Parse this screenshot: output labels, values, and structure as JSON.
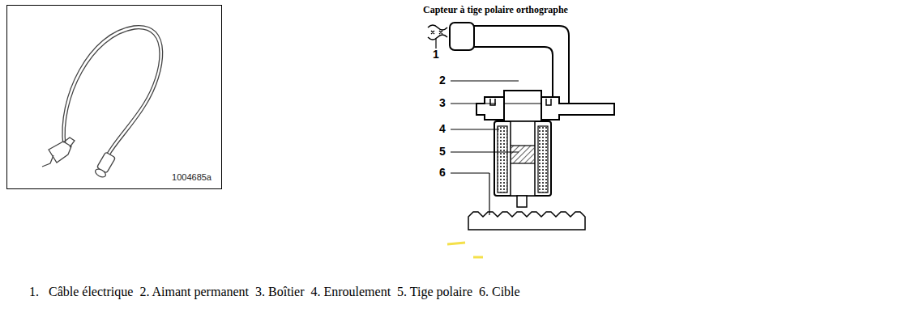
{
  "diagram": {
    "title": "Capteur à tige polaire orthographe",
    "caption": "1.   Câble électrique  2. Aimant permanent  3. Boîtier  4. Enroulement  5. Tige polaire  6. Cible",
    "nodes": [
      {
        "text": [
          "1004685a"
        ]
      }
    ],
    "labels": [
      "1",
      "2",
      "3",
      "4",
      "5",
      "6"
    ]
  }
}
